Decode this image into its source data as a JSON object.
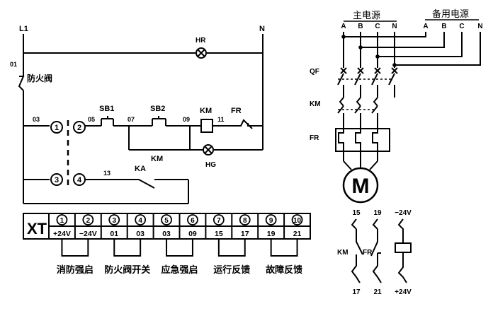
{
  "left_circuit": {
    "rails": {
      "live": "L1",
      "neutral": "N"
    },
    "hr_lamp": "HR",
    "hg_lamp": "HG",
    "fire_damper": {
      "node": "01",
      "label": "防火阀"
    },
    "nodes": {
      "n03": "03",
      "n05": "05",
      "n07": "07",
      "n09": "09",
      "n11": "11",
      "n13": "13"
    },
    "terminals": {
      "t1": "1",
      "t2": "2",
      "t3": "3",
      "t4": "4"
    },
    "components": {
      "sb1": "SB1",
      "sb2": "SB2",
      "km_coil": "KM",
      "fr_contact": "FR",
      "km_contact": "KM",
      "ka_contact": "KA"
    }
  },
  "power_circuit": {
    "main_supply": "主电源",
    "backup_supply": "备用电源",
    "phases_main": [
      "A",
      "B",
      "C",
      "N"
    ],
    "phases_backup": [
      "A",
      "B",
      "C",
      "N"
    ],
    "qf": "QF",
    "km": "KM",
    "fr": "FR",
    "motor": "M"
  },
  "terminal_block": {
    "name": "XT",
    "numbers": [
      "1",
      "2",
      "3",
      "4",
      "5",
      "6",
      "7",
      "8",
      "9",
      "10"
    ],
    "labels": [
      "+24V",
      "−24V",
      "01",
      "03",
      "03",
      "09",
      "15",
      "17",
      "19",
      "21"
    ],
    "groups": [
      "消防强启",
      "防火阀开关",
      "应急强启",
      "运行反馈",
      "故障反馈"
    ]
  },
  "feedback_circuit": {
    "top": [
      "15",
      "19",
      "−24V"
    ],
    "bottom": [
      "17",
      "21",
      "+24V"
    ],
    "km": "KM",
    "fr": "FR"
  }
}
